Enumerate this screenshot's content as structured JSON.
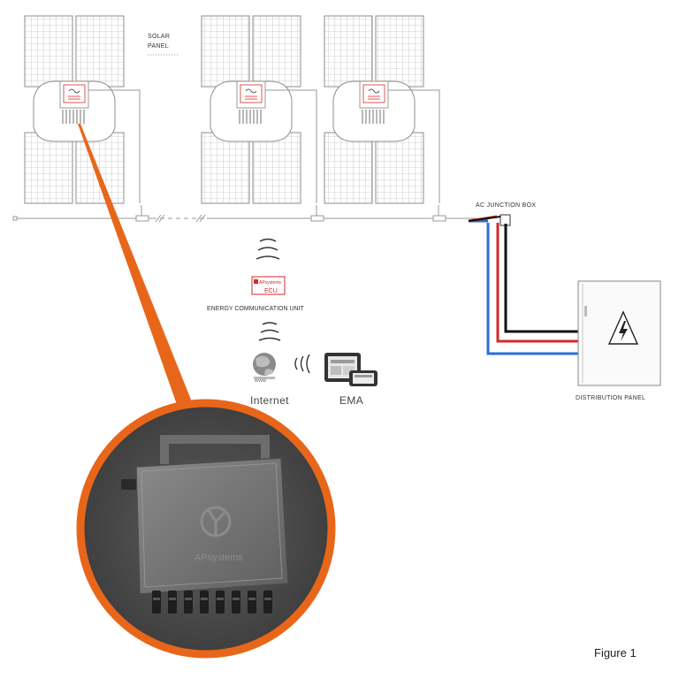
{
  "labels": {
    "solar_panel_line1": "SOLAR",
    "solar_panel_line2": "PANEL",
    "ac_junction_box": "AC JUNCTION BOX",
    "ecu_brand": "APsystems",
    "ecu_short": "ECU",
    "energy_communication_unit": "ENERGY COMMUNICATION UNIT",
    "internet": "Internet",
    "ema": "EMA",
    "www": "www",
    "distribution_panel": "DISTRIBUTION PANEL",
    "inverter_brand": "APsystems",
    "figure": "Figure 1"
  },
  "colors": {
    "panel_line": "#9a9a9a",
    "accent_orange": "#e8661a",
    "wire_black": "#111111",
    "wire_red": "#d42a2a",
    "wire_blue": "#2a6fd4",
    "ecu_red": "#d42a2a",
    "inverter_body": "#6e6e6e"
  },
  "icons": [
    "inverter-icon",
    "wifi-signal-icon",
    "globe-icon",
    "tablet-icon",
    "phone-icon",
    "lightning-icon"
  ]
}
